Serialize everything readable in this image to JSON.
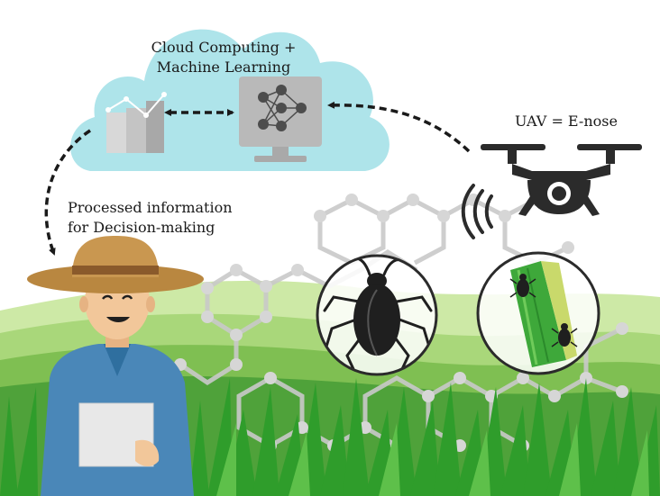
{
  "labels": {
    "cloud_line1": "Cloud Computing +",
    "cloud_line2": "Machine Learning",
    "uav": "UAV = E-nose",
    "info_line1": "Processed information",
    "info_line2": "for Decision-making"
  },
  "colors": {
    "cloud": "#aee4ea",
    "monitor": "#b9b9b9",
    "sky": "#ffffff",
    "field_light": "#cde9a6",
    "field_mid": "#8cc65a",
    "field_dark": "#3f9a32",
    "grass": "#2f9d2b",
    "drone": "#2b2b2b",
    "farmer_shirt": "#4a87b8",
    "hat": "#b98740",
    "skin": "#f2c79a"
  },
  "icons": {
    "cloud": "cloud-icon",
    "computer": "neural-network-monitor-icon",
    "chart": "bar-chart-icon",
    "drone": "drone-icon",
    "signal": "signal-waves-icon",
    "insect": "aphid-icon",
    "leaf": "infested-leaf-icon",
    "farmer": "farmer-icon"
  }
}
